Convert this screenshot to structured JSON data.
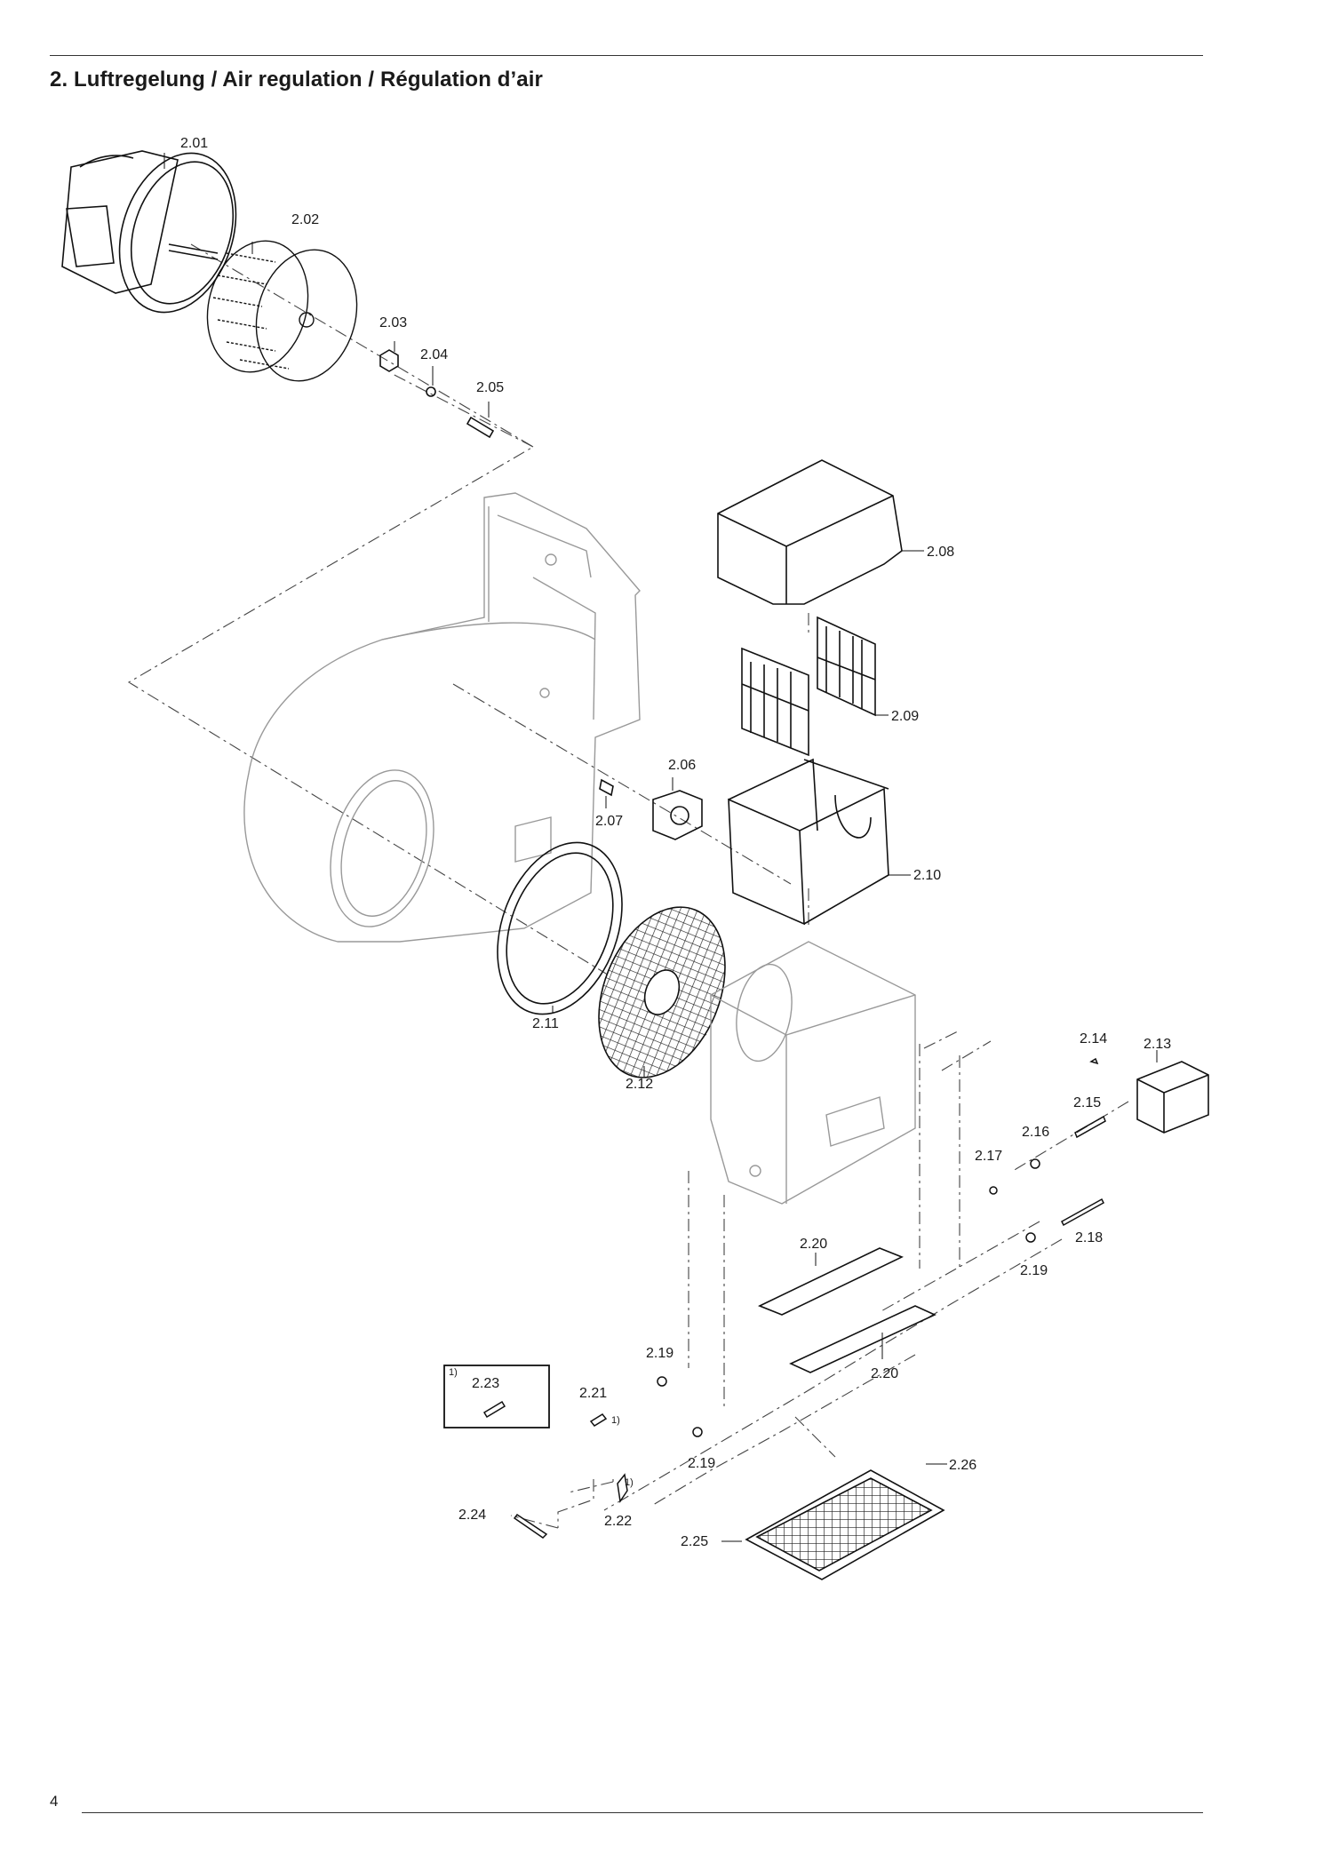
{
  "heading": "2. Luftregelung / Air regulation / Régulation d’air",
  "page_number": "4",
  "footnote_marker": "1)",
  "parts": {
    "p201": "2.01",
    "p202": "2.02",
    "p203": "2.03",
    "p204": "2.04",
    "p205": "2.05",
    "p206": "2.06",
    "p207": "2.07",
    "p208": "2.08",
    "p209": "2.09",
    "p210": "2.10",
    "p211": "2.11",
    "p212": "2.12",
    "p213": "2.13",
    "p214": "2.14",
    "p215": "2.15",
    "p216": "2.16",
    "p217": "2.17",
    "p218": "2.18",
    "p219": "2.19",
    "p220": "2.20",
    "p221": "2.21",
    "p222": "2.22",
    "p223": "2.23",
    "p224": "2.24",
    "p225": "2.25",
    "p226": "2.26"
  }
}
